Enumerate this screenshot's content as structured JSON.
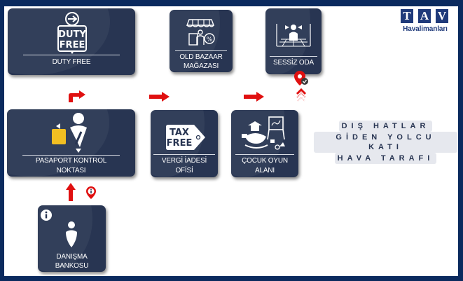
{
  "brand": {
    "logo_letters": [
      "T",
      "A",
      "V"
    ],
    "logo_subtitle": "Havalimanları",
    "frame_color": "#0b2a5e",
    "tile_color": "#283552",
    "arrow_color": "#e01010",
    "accent_yellow": "#f2bf22"
  },
  "floor_title": {
    "line1": "DIŞ HATLAR",
    "line2": "GİDEN YOLCU KATI",
    "line3": "HAVA TARAFI"
  },
  "tiles": {
    "duty_free": {
      "label": "DUTY FREE",
      "icon": "duty-free-plane-icon",
      "icon_text_1": "DUTY",
      "icon_text_2": "FREE"
    },
    "old_bazaar": {
      "label_1": "OLD BAZAAR",
      "label_2": "MAĞAZASI",
      "icon": "shop-discount-icon"
    },
    "sessiz_oda": {
      "label": "SESSİZ ODA",
      "icon": "quiet-room-icon"
    },
    "pasaport": {
      "label_1": "PASAPORT KONTROL",
      "label_2": "NOKTASI",
      "icon": "passport-officer-icon"
    },
    "vergi": {
      "label_1": "VERGİ İADESİ",
      "label_2": "OFİSİ",
      "icon": "tax-free-tag-icon",
      "icon_text_1": "TAX",
      "icon_text_2": "FREE"
    },
    "cocuk": {
      "label_1": "ÇOCUK OYUN",
      "label_2": "ALANI",
      "icon": "playground-icon"
    },
    "danisma": {
      "label_1": "DANIŞMA",
      "label_2": "BANKOSU",
      "icon": "information-person-icon"
    }
  },
  "markers": {
    "you_are_here": "location-pin-check-icon",
    "info_pin": "location-pin-info-icon",
    "up_chevron": "chevron-up-icon"
  }
}
